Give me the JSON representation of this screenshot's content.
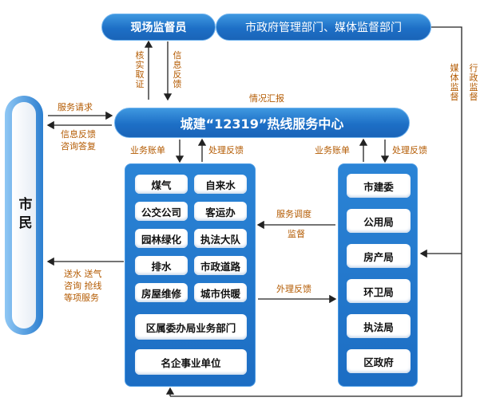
{
  "top": {
    "supervisor": "现场监督员",
    "gov_media": "市政府管理部门、媒体监督部门"
  },
  "center": {
    "title": "城建“12319”热线服务中心"
  },
  "citizen": {
    "label": "市民"
  },
  "left_panel": {
    "items": [
      "煤气",
      "自来水",
      "公交公司",
      "客运办",
      "园林绿化",
      "执法大队",
      "排水",
      "市政道路",
      "房屋维修",
      "城市供暖"
    ],
    "wide_items": [
      "区属委办局业务部门",
      "名企事业单位"
    ]
  },
  "right_panel": {
    "items": [
      "市建委",
      "公用局",
      "房产局",
      "环卫局",
      "执法局",
      "区政府"
    ]
  },
  "labels": {
    "verify": "核实取证",
    "info_feedback_v": "信息反馈",
    "situation_report": "情况汇报",
    "media_supervise": "媒体监督",
    "admin_supervise": "行政监督",
    "service_request": "服务请求",
    "info_feedback": "信息反馈",
    "consult_reply": "咨询答复",
    "biz_order_left": "业务账单",
    "process_feedback_left": "处理反馈",
    "biz_order_right": "业务账单",
    "process_feedback_right": "处理反馈",
    "dispatch": "服务调度",
    "supervise": "监督",
    "outer_feedback": "外理反馈",
    "services_1": "送水 送气",
    "services_2": "咨询 抢线",
    "services_3": "等项服务"
  }
}
